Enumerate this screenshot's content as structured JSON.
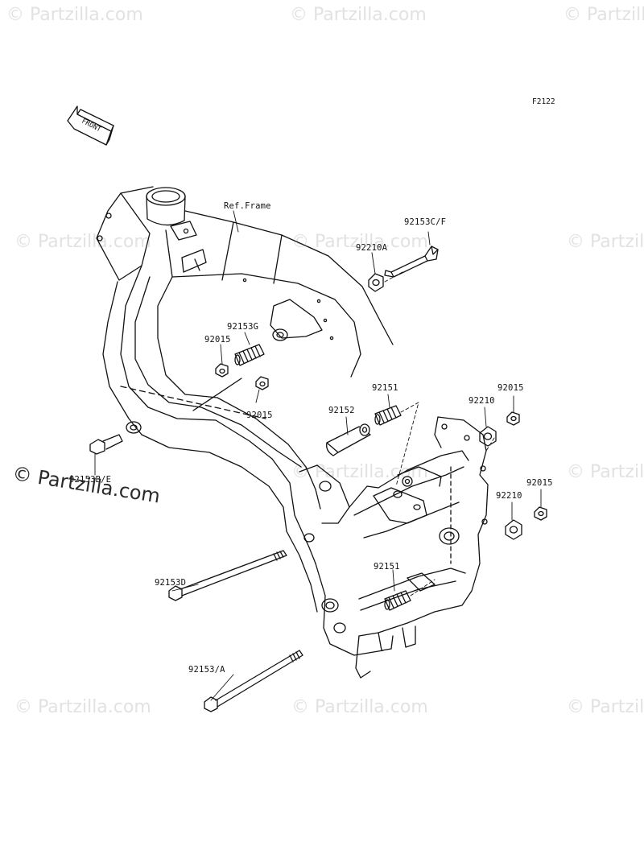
{
  "figure_code": "F2122",
  "front_indicator": "FRONT",
  "brand_watermark": "© Partzilla.com",
  "background_watermark": "© Partzilla.com",
  "callouts": {
    "ref_frame": "Ref.Frame",
    "p92153cf": "92153C/F",
    "p92210a": "92210A",
    "p92153g": "92153G",
    "p92015_upper": "92015",
    "p92015_mid": "92015",
    "p92153be": "92153B/E",
    "p92152": "92152",
    "p92151_upper": "92151",
    "p92210_upper": "92210",
    "p92015_right_upper": "92015",
    "p92015_right_lower": "92015",
    "p92210_lower": "92210",
    "p92153d": "92153D",
    "p92151_lower": "92151",
    "p92153a": "92153/A"
  },
  "colors": {
    "line": "#111111",
    "watermark": "#e2e2e2",
    "background": "#ffffff"
  }
}
